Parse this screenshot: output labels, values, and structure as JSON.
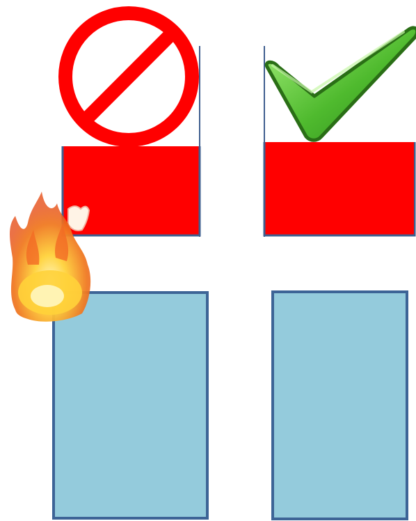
{
  "colors": {
    "background": "#ffffff",
    "container_fill": "#ff0000",
    "container_stroke": "#3f5f8f",
    "block_fill": "#94cbdc",
    "block_stroke": "#3d6496",
    "prohibited_sign": "#ff0000",
    "checkmark_fill": "#4fba2e",
    "checkmark_highlight": "#9be86f",
    "checkmark_stroke": "#2a6e16",
    "flame_outer": "#ee6a24",
    "flame_inner": "#ffce33"
  },
  "icons": {
    "left_symbol": "prohibited-icon",
    "right_symbol": "checkmark-icon",
    "hazard": "fire-icon"
  },
  "panels": [
    {
      "name": "left",
      "status": "prohibited",
      "has_fire": true
    },
    {
      "name": "right",
      "status": "allowed",
      "has_fire": false
    }
  ]
}
